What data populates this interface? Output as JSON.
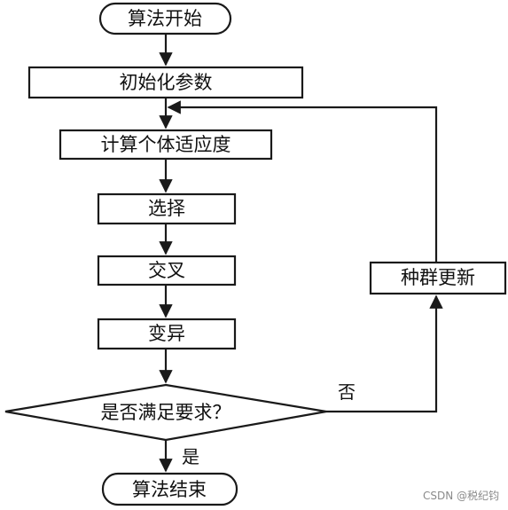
{
  "diagram": {
    "nodes": {
      "start": "算法开始",
      "init": "初始化参数",
      "fitness": "计算个体适应度",
      "select": "选择",
      "crossover": "交叉",
      "mutation": "变异",
      "check": "是否满足要求？",
      "update": "种群更新",
      "end": "算法结束"
    },
    "edge_labels": {
      "no": "否",
      "yes": "是"
    }
  },
  "watermark": "CSDN @税纪钧",
  "colors": {
    "stroke": "#1a1a1a",
    "text": "#111111",
    "background": "#ffffff",
    "watermark": "#8a8a8a"
  }
}
